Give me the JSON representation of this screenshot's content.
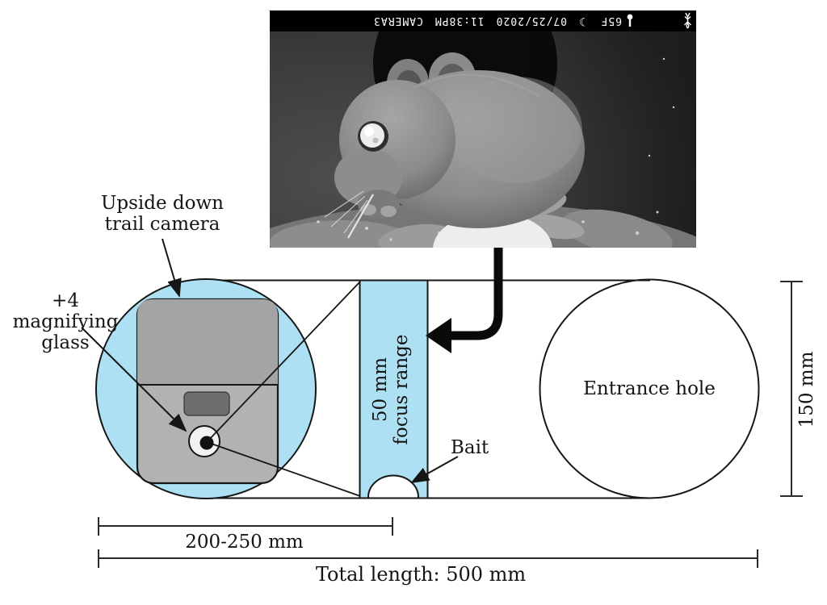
{
  "figure": {
    "type": "camera-trap tube schematic with sample infrared photo"
  },
  "photo": {
    "stamp": {
      "temperature": "65F",
      "moon_phase_symbol": "☽",
      "date": "07/25/2020",
      "time": "11:38PM",
      "camera_name": "CAMERA3"
    },
    "subject_icon": "mouse-in-tube-illustration",
    "note": "photo is shown rotated 180 degrees, so the camera stamp appears upside down"
  },
  "diagram": {
    "camera_label_line1": "Upside down",
    "camera_label_line2": "trail camera",
    "magnifier_label_line1": "+4 magnifying",
    "magnifier_label_line2": "glass",
    "focus_label_line1": "50 mm",
    "focus_label_line2": "focus range",
    "bait_label": "Bait",
    "entrance_label": "Entrance hole",
    "tube_height": "150 mm",
    "camera_section_length": "200-250 mm",
    "total_length": "Total length: 500 mm"
  },
  "colors": {
    "highlight_blue": "#ace0f2",
    "camera_body_gray": "#b2b2b2",
    "camera_top_gray": "#a4a4a4",
    "camera_screen_gray": "#6e6e6e",
    "lens_white": "#f2f2f2",
    "line_black": "#161616",
    "dimension_line": "#2b2b2b",
    "photo_background": "#3c3c3c"
  }
}
